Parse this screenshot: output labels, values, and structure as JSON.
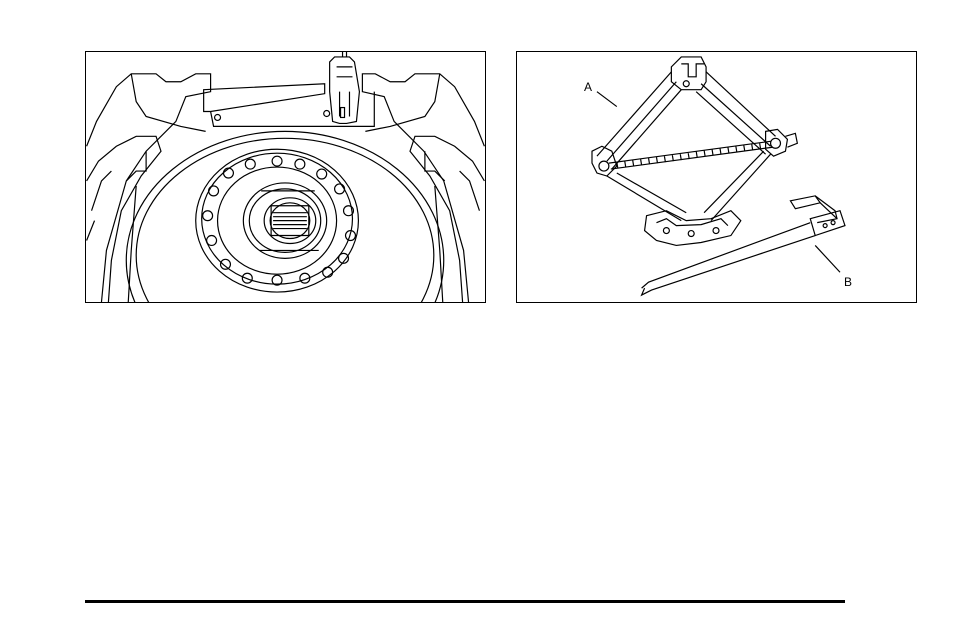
{
  "figures": [
    {
      "subject": "spare-tire-in-trunk-well",
      "callouts": []
    },
    {
      "subject": "scissor-jack-and-wheel-wrench",
      "callouts": [
        {
          "label": "A"
        },
        {
          "label": "B"
        }
      ]
    }
  ],
  "colors": {
    "line": "#000000",
    "background": "#ffffff"
  }
}
